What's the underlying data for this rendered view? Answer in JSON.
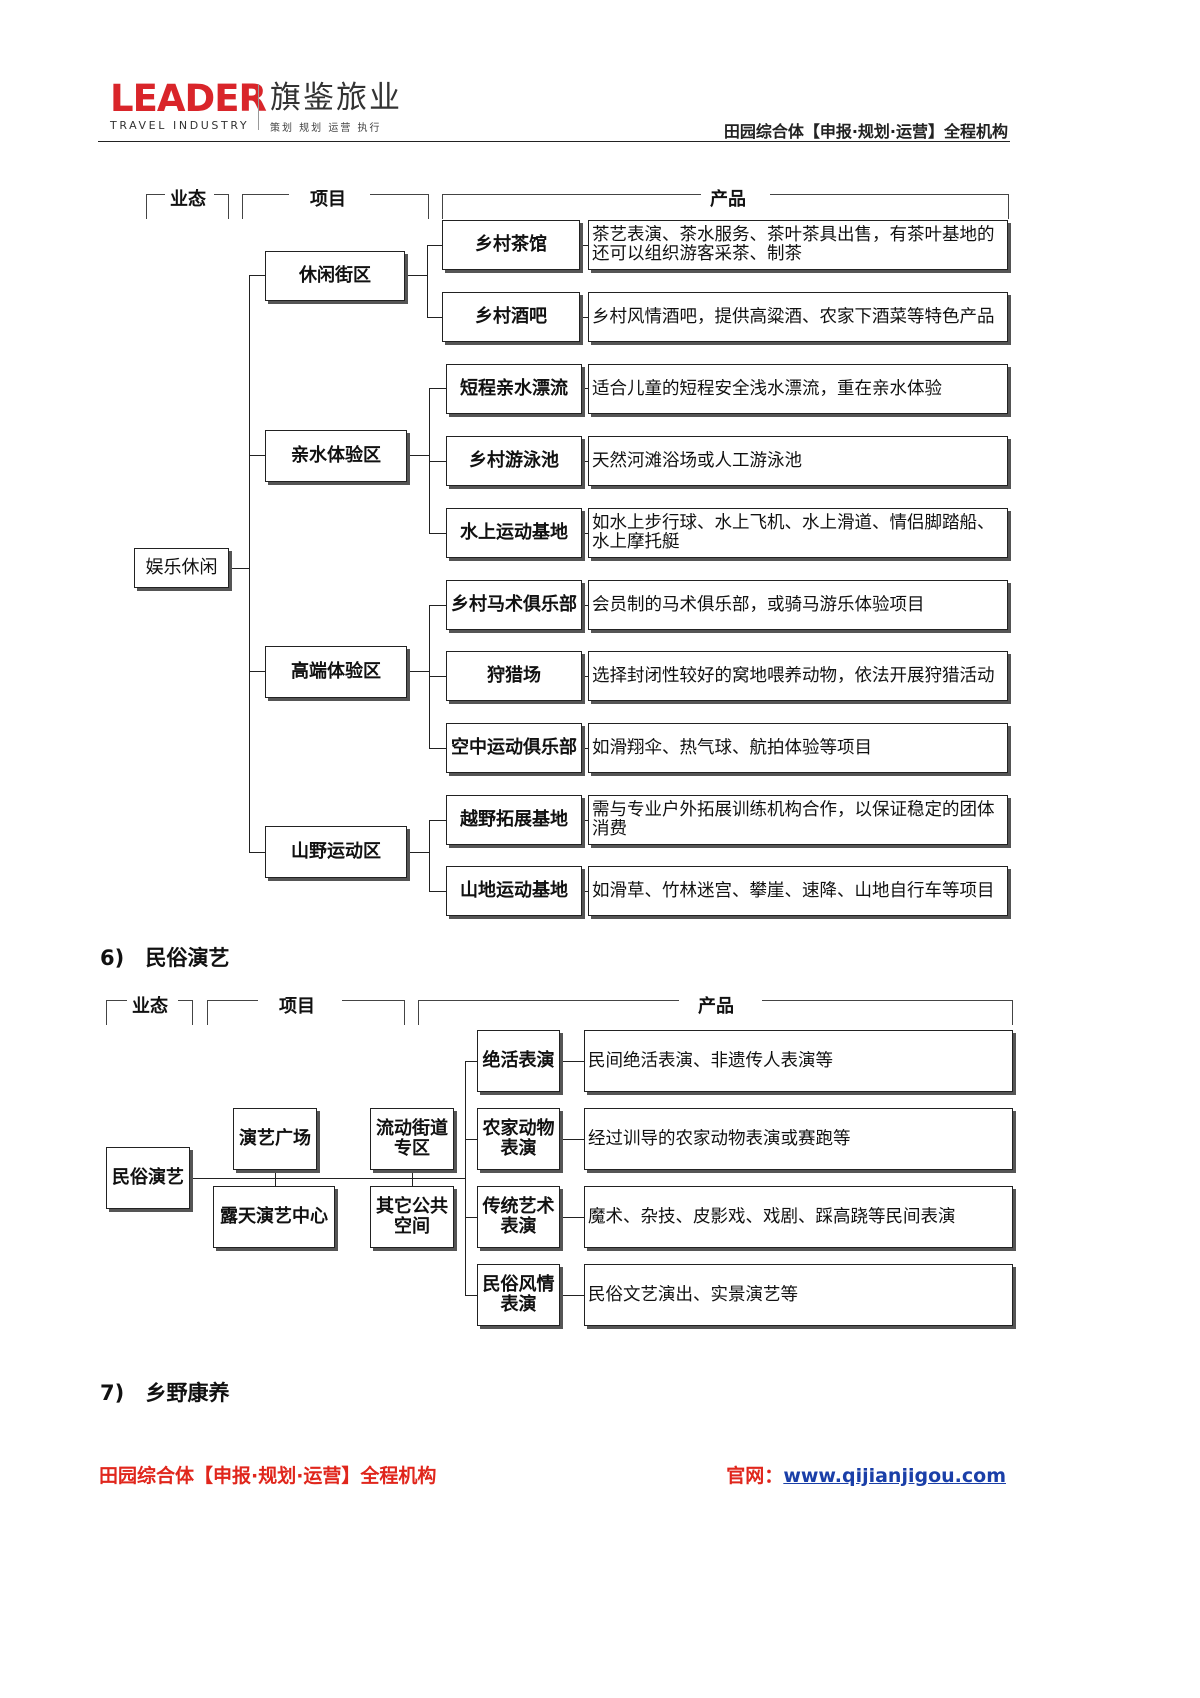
{
  "header": {
    "logo_text": "LEADER",
    "logo_sub": "TRAVEL INDUSTRY",
    "brand_name": "旗鉴旅业",
    "brand_tagline": "策划 规划 运营 执行",
    "right_tagline": "田园综合体【申报·规划·运营】全程机构"
  },
  "chart1": {
    "col_headers": {
      "format": "业态",
      "project": "项目",
      "product": "产品"
    },
    "root": "娱乐休闲",
    "zones": [
      {
        "name": "休闲街区",
        "items": [
          {
            "name": "乡村茶馆",
            "desc": "茶艺表演、茶水服务、茶叶茶具出售，有茶叶基地的还可以组织游客采茶、制茶"
          },
          {
            "name": "乡村酒吧",
            "desc": "乡村风情酒吧，提供高粱酒、农家下酒菜等特色产品"
          }
        ]
      },
      {
        "name": "亲水体验区",
        "items": [
          {
            "name": "短程亲水漂流",
            "desc": "适合儿童的短程安全浅水漂流，重在亲水体验"
          },
          {
            "name": "乡村游泳池",
            "desc": "天然河滩浴场或人工游泳池"
          },
          {
            "name": "水上运动基地",
            "desc": "如水上步行球、水上飞机、水上滑道、情侣脚踏船、水上摩托艇"
          }
        ]
      },
      {
        "name": "高端体验区",
        "items": [
          {
            "name": "乡村马术俱乐部",
            "desc": "会员制的马术俱乐部，或骑马游乐体验项目"
          },
          {
            "name": "狩猎场",
            "desc": "选择封闭性较好的窝地喂养动物，依法开展狩猎活动"
          },
          {
            "name": "空中运动俱乐部",
            "desc": "如滑翔伞、热气球、航拍体验等项目"
          }
        ]
      },
      {
        "name": "山野运动区",
        "items": [
          {
            "name": "越野拓展基地",
            "desc": "需与专业户外拓展训练机构合作，以保证稳定的团体消费"
          },
          {
            "name": "山地运动基地",
            "desc": "如滑草、竹林迷宫、攀崖、速降、山地自行车等项目"
          }
        ]
      }
    ]
  },
  "section6": {
    "number": "6)",
    "title": "民俗演艺"
  },
  "chart2": {
    "col_headers": {
      "format": "业态",
      "project": "项目",
      "product": "产品"
    },
    "root": "民俗演艺",
    "projects": [
      "演艺广场",
      "露天演艺中心",
      "流动街道专区",
      "其它公共空间"
    ],
    "items": [
      {
        "name": "绝活表演",
        "desc": "民间绝活表演、非遗传人表演等"
      },
      {
        "name": "农家动物表演",
        "desc": "经过训导的农家动物表演或赛跑等"
      },
      {
        "name": "传统艺术表演",
        "desc": "魔术、杂技、皮影戏、戏剧、踩高跷等民间表演"
      },
      {
        "name": "民俗风情表演",
        "desc": "民俗文艺演出、实景演艺等"
      }
    ]
  },
  "section7": {
    "number": "7)",
    "title": "乡野康养"
  },
  "footer": {
    "left": "田园综合体【申报·规划·运营】全程机构",
    "site_label": "官网：",
    "site_url": "www.qijianjigou.com"
  },
  "colors": {
    "logo_red": "#d9252a",
    "footer_red": "#e0261c",
    "link_blue": "#1a3fa8"
  }
}
